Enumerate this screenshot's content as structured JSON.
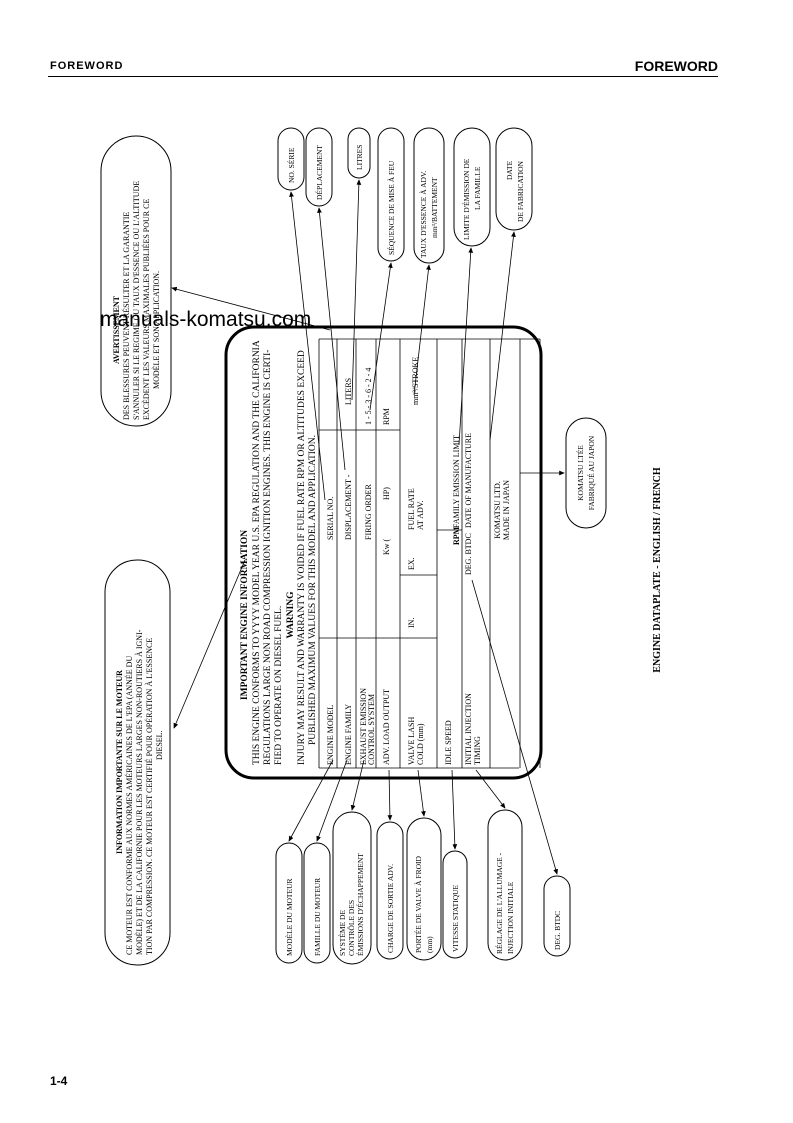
{
  "header": {
    "left": "FOREWORD",
    "right": "FOREWORD"
  },
  "footer": {
    "page": "1-4"
  },
  "watermark": "manuals-komatsu.com",
  "figure_caption": "ENGINE DATAPLATE - ENGLISH / FRENCH",
  "plate": {
    "title": "IMPORTANT ENGINE INFORMATION",
    "conform": [
      "THIS ENGINE CONFORMS TO YYYY MODEL YEAR U.S. EPA REGULATION AND THE CALIFORNIA",
      "REGULATIONS LARGE NON ROAD COMPRESSION IGNITION ENGINES. THIS ENGINE IS CERTI-",
      "FIED TO OPERATE ON DIESEL FUEL."
    ],
    "warning_title": "WARNING",
    "warning": [
      "INJURY MAY RESULT AND WARRANTY IS VOIDED IF FUEL RATE RPM OR ALTITUDES EXCEED",
      "PUBLISHED MAXIMUM VALUES FOR THIS MODEL AND APPLICATION."
    ],
    "fields": {
      "engine_model": "ENGINE MODEL",
      "serial_no": "SERIAL NO.",
      "engine_family": "ENGINE FAMILY",
      "displacement": "DISPLACEMENT -",
      "liters": "LITERS",
      "exhaust": [
        "EXHAUST EMISSION",
        "CONTROL SYSTEM"
      ],
      "firing_order": "FIRING ORDER",
      "firing_value": "1 - 5 - 3 - 6 - 2 - 4",
      "adv_load": "ADV. LOAD OUTPUT",
      "kw": "Kw   (",
      "hp": "HP)",
      "rpm": "RPM",
      "valve_lash": [
        "VALVE LASH",
        "COLD (mm)"
      ],
      "in": "IN.",
      "ex": "EX.",
      "fuel_rate": [
        "FUEL RATE",
        "AT ADV."
      ],
      "stroke": "mm³/STROKE",
      "idle_speed": "IDLE SPEED",
      "rpm2": "RPM",
      "family_limit": "FAMILY EMISSION LIMIT",
      "initial_injection": [
        "INITIAL INJECTION",
        "TIMING"
      ],
      "deg_btdc": "DEG. BTDC",
      "date_manufacture": "DATE OF MANUFACTURE",
      "maker": [
        "KOMATSU LTD.",
        "MADE IN JAPAN"
      ]
    }
  },
  "callouts": {
    "avertissement_title": "AVERTISSEMENT",
    "avertissement": [
      "DES BLESSURES PEUVENT RÉSULTER ET LA GARANTIE",
      "S'ANNULER SI LE REGIME OU TAUX D'ESSENCE OU L'ALTITUDE",
      "EXCÈDENT LES VALEURS MAXIMALES PUBLIÉES POUR CE",
      "MODÈLE ET SON APPLICATION."
    ],
    "info_title": "INFORMATION IMPORTANTE SUR LE MOTEUR",
    "info": [
      "CE MOTEUR EST CONFORME AUX NORMES AMÉRICAINES DE L'EPA (ANNÉE DU",
      "MODÈLE) ET DE LA CALIFORNIE POUR LES MOTEURS LARGES NON-ROUTIERS À IGNI-",
      "TION PAR COMPRESSION. CE MOTEUR EST CERTIFIÉ POUR OPÉRATION À L'ESSENCE",
      "DIESEL."
    ],
    "top": [
      {
        "lines": [
          "NO. SÉRIE"
        ]
      },
      {
        "lines": [
          "DÉPLACEMENT"
        ]
      },
      {
        "lines": [
          "LITRES"
        ]
      },
      {
        "lines": [
          "SÉQUENCE DE MISE À FEU"
        ]
      },
      {
        "lines": [
          "TAUX D'ESSENCE À ADV.",
          "mm³/BATTEMENT"
        ]
      },
      {
        "lines": [
          "LIMITE D'ÉMISSION DE",
          "LA FAMILLE"
        ]
      },
      {
        "lines": [
          "DATE",
          "DE FABRICATION"
        ]
      }
    ],
    "bottom": [
      {
        "lines": [
          "MODÈLE DU MOTEUR"
        ]
      },
      {
        "lines": [
          "FAMILLE DU MOTEUR"
        ]
      },
      {
        "lines": [
          "SYSTÈME DE",
          "CONTRÔLE DES",
          "ÉMISSIONS D'ÉCHAPPEMENT"
        ]
      },
      {
        "lines": [
          "CHARGE DE SORTIE ADV."
        ]
      },
      {
        "lines": [
          "PORTÉE DE VALVE À FROID",
          "(mm)"
        ]
      },
      {
        "lines": [
          "VITESSE STATIQUE"
        ]
      },
      {
        "lines": [
          "RÉGLAGE DE L'ALLUMAGE -",
          "INJECTION INITIALE"
        ]
      },
      {
        "lines": [
          "DEG. BTDC"
        ]
      }
    ],
    "maker": [
      "KOMATSU LTÉE",
      "FABRIQUÉ AU JAPON"
    ]
  }
}
